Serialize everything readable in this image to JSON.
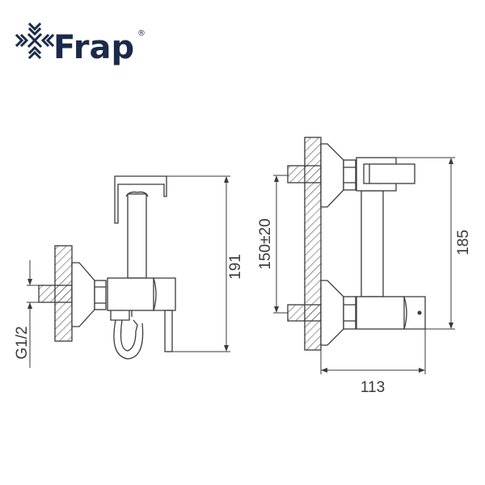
{
  "logo": {
    "brand": "Frap",
    "registered_mark": "®",
    "icon": "snowflake-icon",
    "color": "#1b2a4a"
  },
  "dimensions": {
    "thread": "G1/2",
    "left_height": "191",
    "center_distance": "150±20",
    "right_height": "185",
    "depth": "113"
  },
  "colors": {
    "line": "#3a3a3a",
    "background": "#ffffff"
  }
}
